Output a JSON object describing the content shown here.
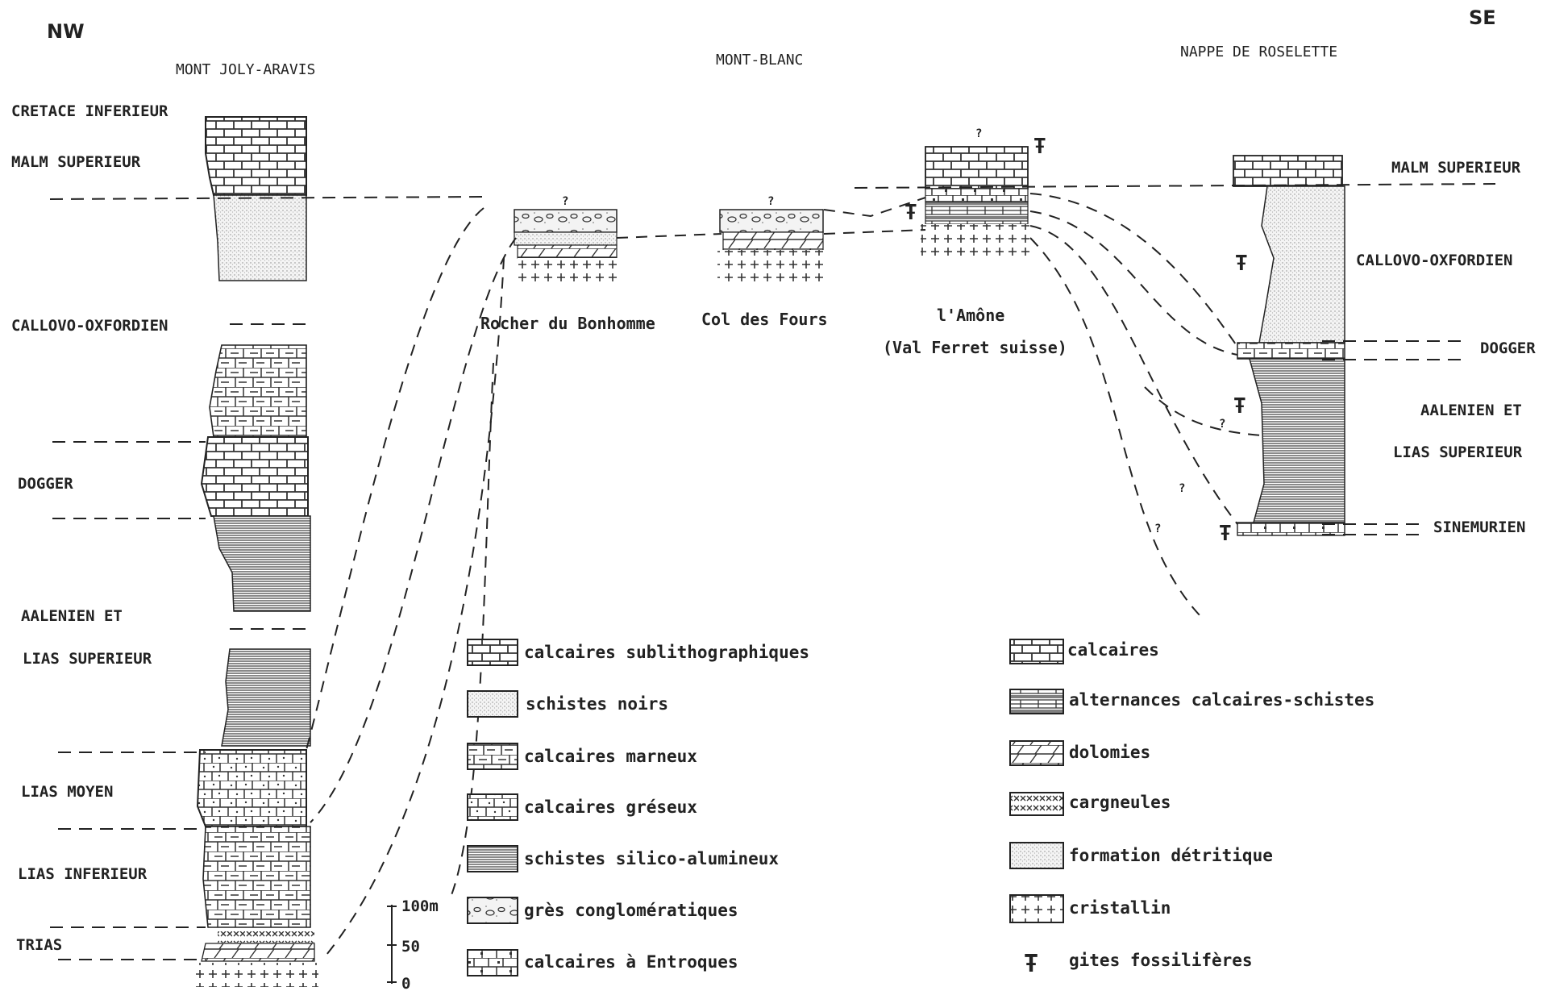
{
  "directions": {
    "nw": "NW",
    "se": "SE"
  },
  "sites": {
    "left": "MONT JOLY-ARAVIS",
    "center": "MONT-BLANC",
    "right": "NAPPE DE ROSELETTE"
  },
  "left_stages": {
    "cretace_inferieur": "CRETACE INFERIEUR",
    "malm_superieur": "MALM SUPERIEUR",
    "callovo_oxfordien": "CALLOVO-OXFORDIEN",
    "dogger": "DOGGER",
    "aalenien_et": "AALENIEN ET",
    "lias_superieur": "LIAS SUPERIEUR",
    "lias_moyen": "LIAS MOYEN",
    "lias_inferieur": "LIAS INFERIEUR",
    "trias": "TRIAS"
  },
  "right_stages": {
    "malm_superieur": "MALM SUPERIEUR",
    "callovo_oxfordien": "CALLOVO-OXFORDIEN",
    "dogger": "DOGGER",
    "aalenien_et": "AALENIEN ET",
    "lias_superieur": "LIAS SUPERIEUR",
    "sinemurien": "SINEMURIEN"
  },
  "localities": {
    "rocher": "Rocher du Bonhomme",
    "col": "Col des Fours",
    "amone": "l'Amône",
    "amone_sub": "(Val Ferret suisse)"
  },
  "scale": {
    "top": "100m",
    "mid": "50",
    "bottom": "0"
  },
  "question_mark": "?",
  "legend_left": [
    "calcaires sublithographiques",
    "schistes noirs",
    "calcaires marneux",
    "calcaires gréseux",
    "schistes silico-alumineux",
    "grès conglomératiques",
    "calcaires à Entroques"
  ],
  "legend_right": [
    "calcaires",
    "alternances calcaires-schistes",
    "dolomies",
    "cargneules",
    "formation détritique",
    "cristallin",
    "gites fossilifères"
  ]
}
